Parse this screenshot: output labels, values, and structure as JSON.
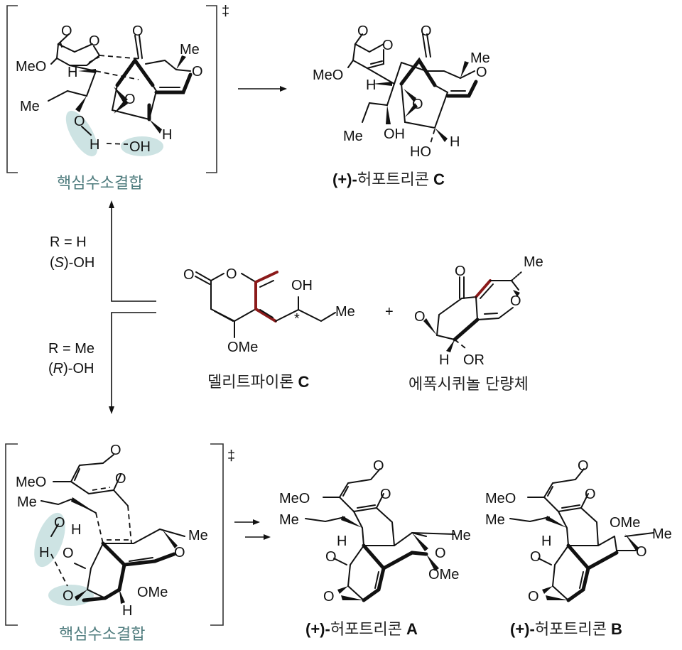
{
  "colors": {
    "highlight_bond": "#8b1a1a",
    "hbond_highlight": "#c4dede",
    "hbond_label": "#4f7c7e"
  },
  "ts_top": {
    "dagger": "‡",
    "label": "핵심수소결합",
    "atoms": {
      "o1": "O",
      "o2": "O",
      "o3": "O",
      "o4": "O",
      "meo": "MeO",
      "me1": "Me",
      "me2": "Me",
      "h1": "H",
      "o5": "O",
      "h2": "H",
      "oh": "OH",
      "h3": "H"
    }
  },
  "product_c": {
    "name_prefix": "(+)-",
    "name_ko": "허포트리콘",
    "name_suffix": "C",
    "atoms": {
      "o1": "O",
      "o2": "O",
      "o3": "O",
      "o4": "O",
      "meo": "MeO",
      "me1": "Me",
      "me2": "Me",
      "h1": "H",
      "oh": "OH",
      "ho": "HO",
      "h2": "H"
    }
  },
  "conditions": {
    "upper_r": "R = H",
    "upper_oh_open": "(",
    "upper_oh_config": "S",
    "upper_oh_close": ")-OH",
    "lower_r": "R = Me",
    "lower_oh_open": "(",
    "lower_oh_config": "R",
    "lower_oh_close": ")-OH"
  },
  "delitpyrone": {
    "name_ko": "델리트파이론",
    "name_suffix": "C",
    "atoms": {
      "o1": "O",
      "o2": "O",
      "oh": "OH",
      "me": "Me",
      "ome": "OMe",
      "star": "*"
    }
  },
  "plus_sign": "+",
  "epoxyquinol": {
    "name": "에폭시퀴놀 단량체",
    "atoms": {
      "me": "Me",
      "o1": "O",
      "o2": "O",
      "o3": "O",
      "h": "H",
      "or": "OR"
    }
  },
  "ts_bottom": {
    "dagger": "‡",
    "label": "핵심수소결합",
    "atoms": {
      "o1": "O",
      "o2": "O",
      "meo": "MeO",
      "me1": "Me",
      "o3": "O",
      "h1": "H",
      "h2": "H",
      "o4": "O",
      "me2": "Me",
      "o5": "O",
      "o6": "O",
      "ome": "OMe",
      "h3": "H"
    }
  },
  "product_a": {
    "name_prefix": "(+)-",
    "name_ko": "허포트리콘",
    "name_suffix": "A",
    "atoms": {
      "o1": "O",
      "o2": "O",
      "meo": "MeO",
      "me1": "Me",
      "h": "H",
      "me2": "Me",
      "o3": "O",
      "o4": "O",
      "ome": "OMe",
      "o5": "O"
    }
  },
  "product_b": {
    "name_prefix": "(+)-",
    "name_ko": "허포트리콘",
    "name_suffix": "B",
    "atoms": {
      "o1": "O",
      "o2": "O",
      "meo": "MeO",
      "me1": "Me",
      "ome": "OMe",
      "me2": "Me",
      "h": "H",
      "o3": "O",
      "o4": "O",
      "o5": "O"
    }
  }
}
